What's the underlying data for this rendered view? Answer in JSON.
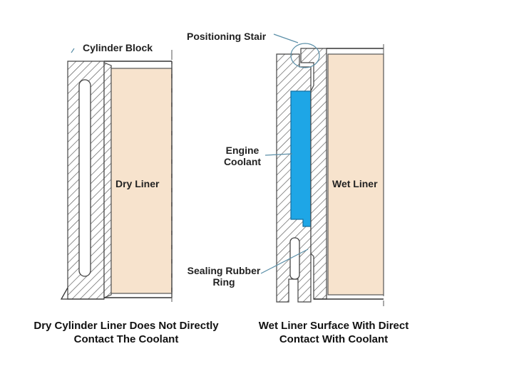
{
  "labels": {
    "cylinder_block": "Cylinder Block",
    "dry_liner": "Dry Liner",
    "positioning_stair": "Positioning Stair",
    "engine_coolant_line1": "Engine",
    "engine_coolant_line2": "Coolant",
    "wet_liner": "Wet Liner",
    "sealing_ring_line1": "Sealing Rubber",
    "sealing_ring_line2": "Ring"
  },
  "captions": {
    "dry_line1": "Dry Cylinder Liner Does Not Directly",
    "dry_line2": "Contact The Coolant",
    "wet_line1": "Wet Liner Surface With Direct",
    "wet_line2": "Contact With Coolant"
  },
  "colors": {
    "liner_fill": "#f7e3cd",
    "coolant_fill": "#1ea6e6",
    "leader_line": "#5a8fa8",
    "hatch": "#444444"
  }
}
